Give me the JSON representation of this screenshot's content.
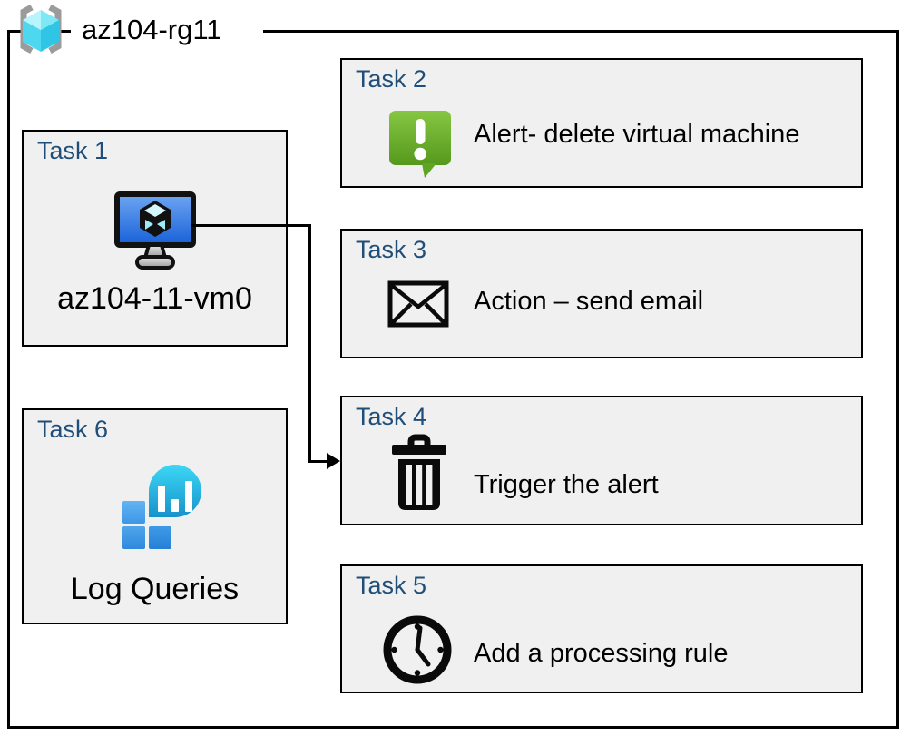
{
  "resource_group": {
    "label": "az104-rg11",
    "icon": "resource-group-icon"
  },
  "tasks": [
    {
      "label": "Task 1",
      "icon": "virtual-machine-icon",
      "text": "az104-11-vm0"
    },
    {
      "label": "Task 2",
      "icon": "alert-icon",
      "text": "Alert- delete virtual machine"
    },
    {
      "label": "Task 3",
      "icon": "email-icon",
      "text": "Action – send email"
    },
    {
      "label": "Task 4",
      "icon": "trash-icon",
      "text": "Trigger the alert"
    },
    {
      "label": "Task 5",
      "icon": "clock-icon",
      "text": "Add a processing rule"
    },
    {
      "label": "Task 6",
      "icon": "log-queries-icon",
      "text": "Log Queries"
    }
  ],
  "connector": {
    "from": "task1-virtual-machine",
    "to": "task4-trigger-the-alert",
    "style": "elbow-arrow"
  },
  "colors": {
    "task_label": "#1F4E79",
    "box_fill": "#F0F0F0",
    "box_border": "#000000",
    "alert_green": "#6CB52D",
    "vm_screen_blue": "#2B74D9",
    "log_balloon_teal": "#22A7D6",
    "log_squares_blue": "#3E9BE8",
    "rg_cube_cyan": "#45D2EC",
    "rg_bracket_gray": "#9B9B9B"
  }
}
